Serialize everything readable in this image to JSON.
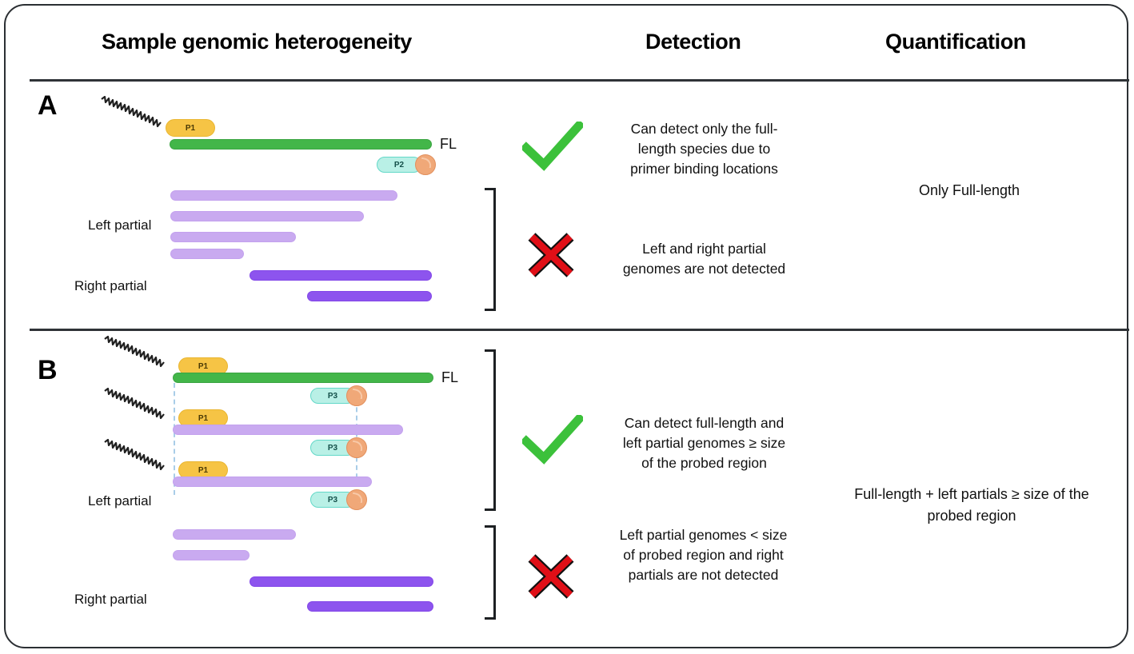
{
  "figure": {
    "columns": {
      "sample": "Sample genomic heterogeneity",
      "detection": "Detection",
      "quantification": "Quantification"
    },
    "panels": [
      {
        "letter": "A",
        "fl_label": "FL",
        "left_partial_label": "Left partial",
        "right_partial_label": "Right partial",
        "primer_label": "P1",
        "probe_label": "P2",
        "detected_text": "Can detect only the full-length species due to primer binding locations",
        "not_detected_text": "Left and right partial genomes are not detected",
        "quantification_text": "Only Full-length",
        "detected_icon": "green-check-icon",
        "not_detected_icon": "red-cross-icon",
        "species": {
          "full_length": [
            {
              "start": 205,
              "end": 533
            }
          ],
          "left_partial": [
            {
              "start": 206,
              "end": 490
            },
            {
              "start": 206,
              "end": 448
            },
            {
              "start": 206,
              "end": 363
            },
            {
              "start": 206,
              "end": 298
            }
          ],
          "right_partial": [
            {
              "start": 305,
              "end": 533
            },
            {
              "start": 377,
              "end": 533
            }
          ]
        }
      },
      {
        "letter": "B",
        "fl_label": "FL",
        "left_partial_label": "Left partial",
        "right_partial_label": "Right partial",
        "primer_label": "P1",
        "probe_label": "P3",
        "detected_text": "Can detect full-length and left partial genomes ≥ size of the probed region",
        "not_detected_text": "Left partial genomes < size of probed region and right partials are not detected",
        "quantification_text": "Full-length + left partials ≥ size of the probed region",
        "detected_icon": "green-check-icon",
        "not_detected_icon": "red-cross-icon",
        "species": {
          "detected": [
            {
              "type": "full_length",
              "start": 209,
              "end": 535,
              "primer": "P1",
              "probe": "P3"
            },
            {
              "type": "left_partial",
              "start": 209,
              "end": 497,
              "primer": "P1",
              "probe": "P3"
            },
            {
              "type": "left_partial",
              "start": 209,
              "end": 458,
              "primer": "P1",
              "probe": "P3"
            }
          ],
          "not_detected_left_partial": [
            {
              "start": 209,
              "end": 363
            },
            {
              "start": 209,
              "end": 305
            }
          ],
          "not_detected_right_partial": [
            {
              "start": 305,
              "end": 535
            },
            {
              "start": 377,
              "end": 535
            }
          ]
        }
      }
    ],
    "colors": {
      "full_length": "#43b649",
      "left_partial": "#c9aaf0",
      "right_partial": "#8d54ee",
      "primer": "#f6c445",
      "probe": "#b9f0e6",
      "fluorophore": "#f0a878",
      "check": "#3cc13b",
      "cross": "#e00f17",
      "guide_line": "#a9cde8",
      "frame": "#2b2f33"
    }
  }
}
